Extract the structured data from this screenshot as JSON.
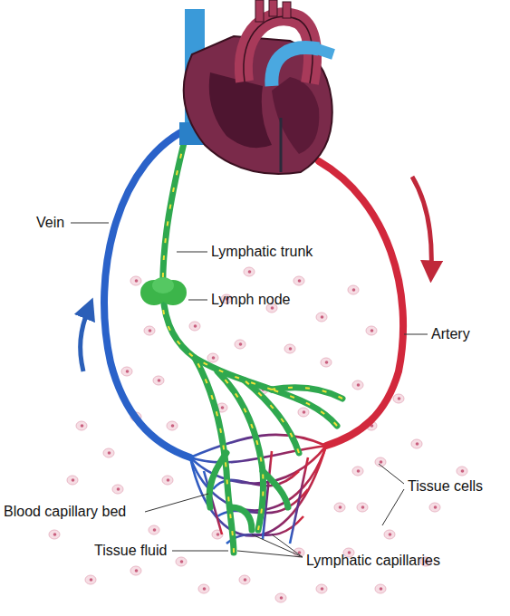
{
  "diagram": {
    "labels": [
      "Vein",
      "Lymphatic trunk",
      "Lymph node",
      "Artery",
      "Tissue cells",
      "Blood capillary bed",
      "Tissue fluid",
      "Lymphatic capillaries"
    ]
  }
}
